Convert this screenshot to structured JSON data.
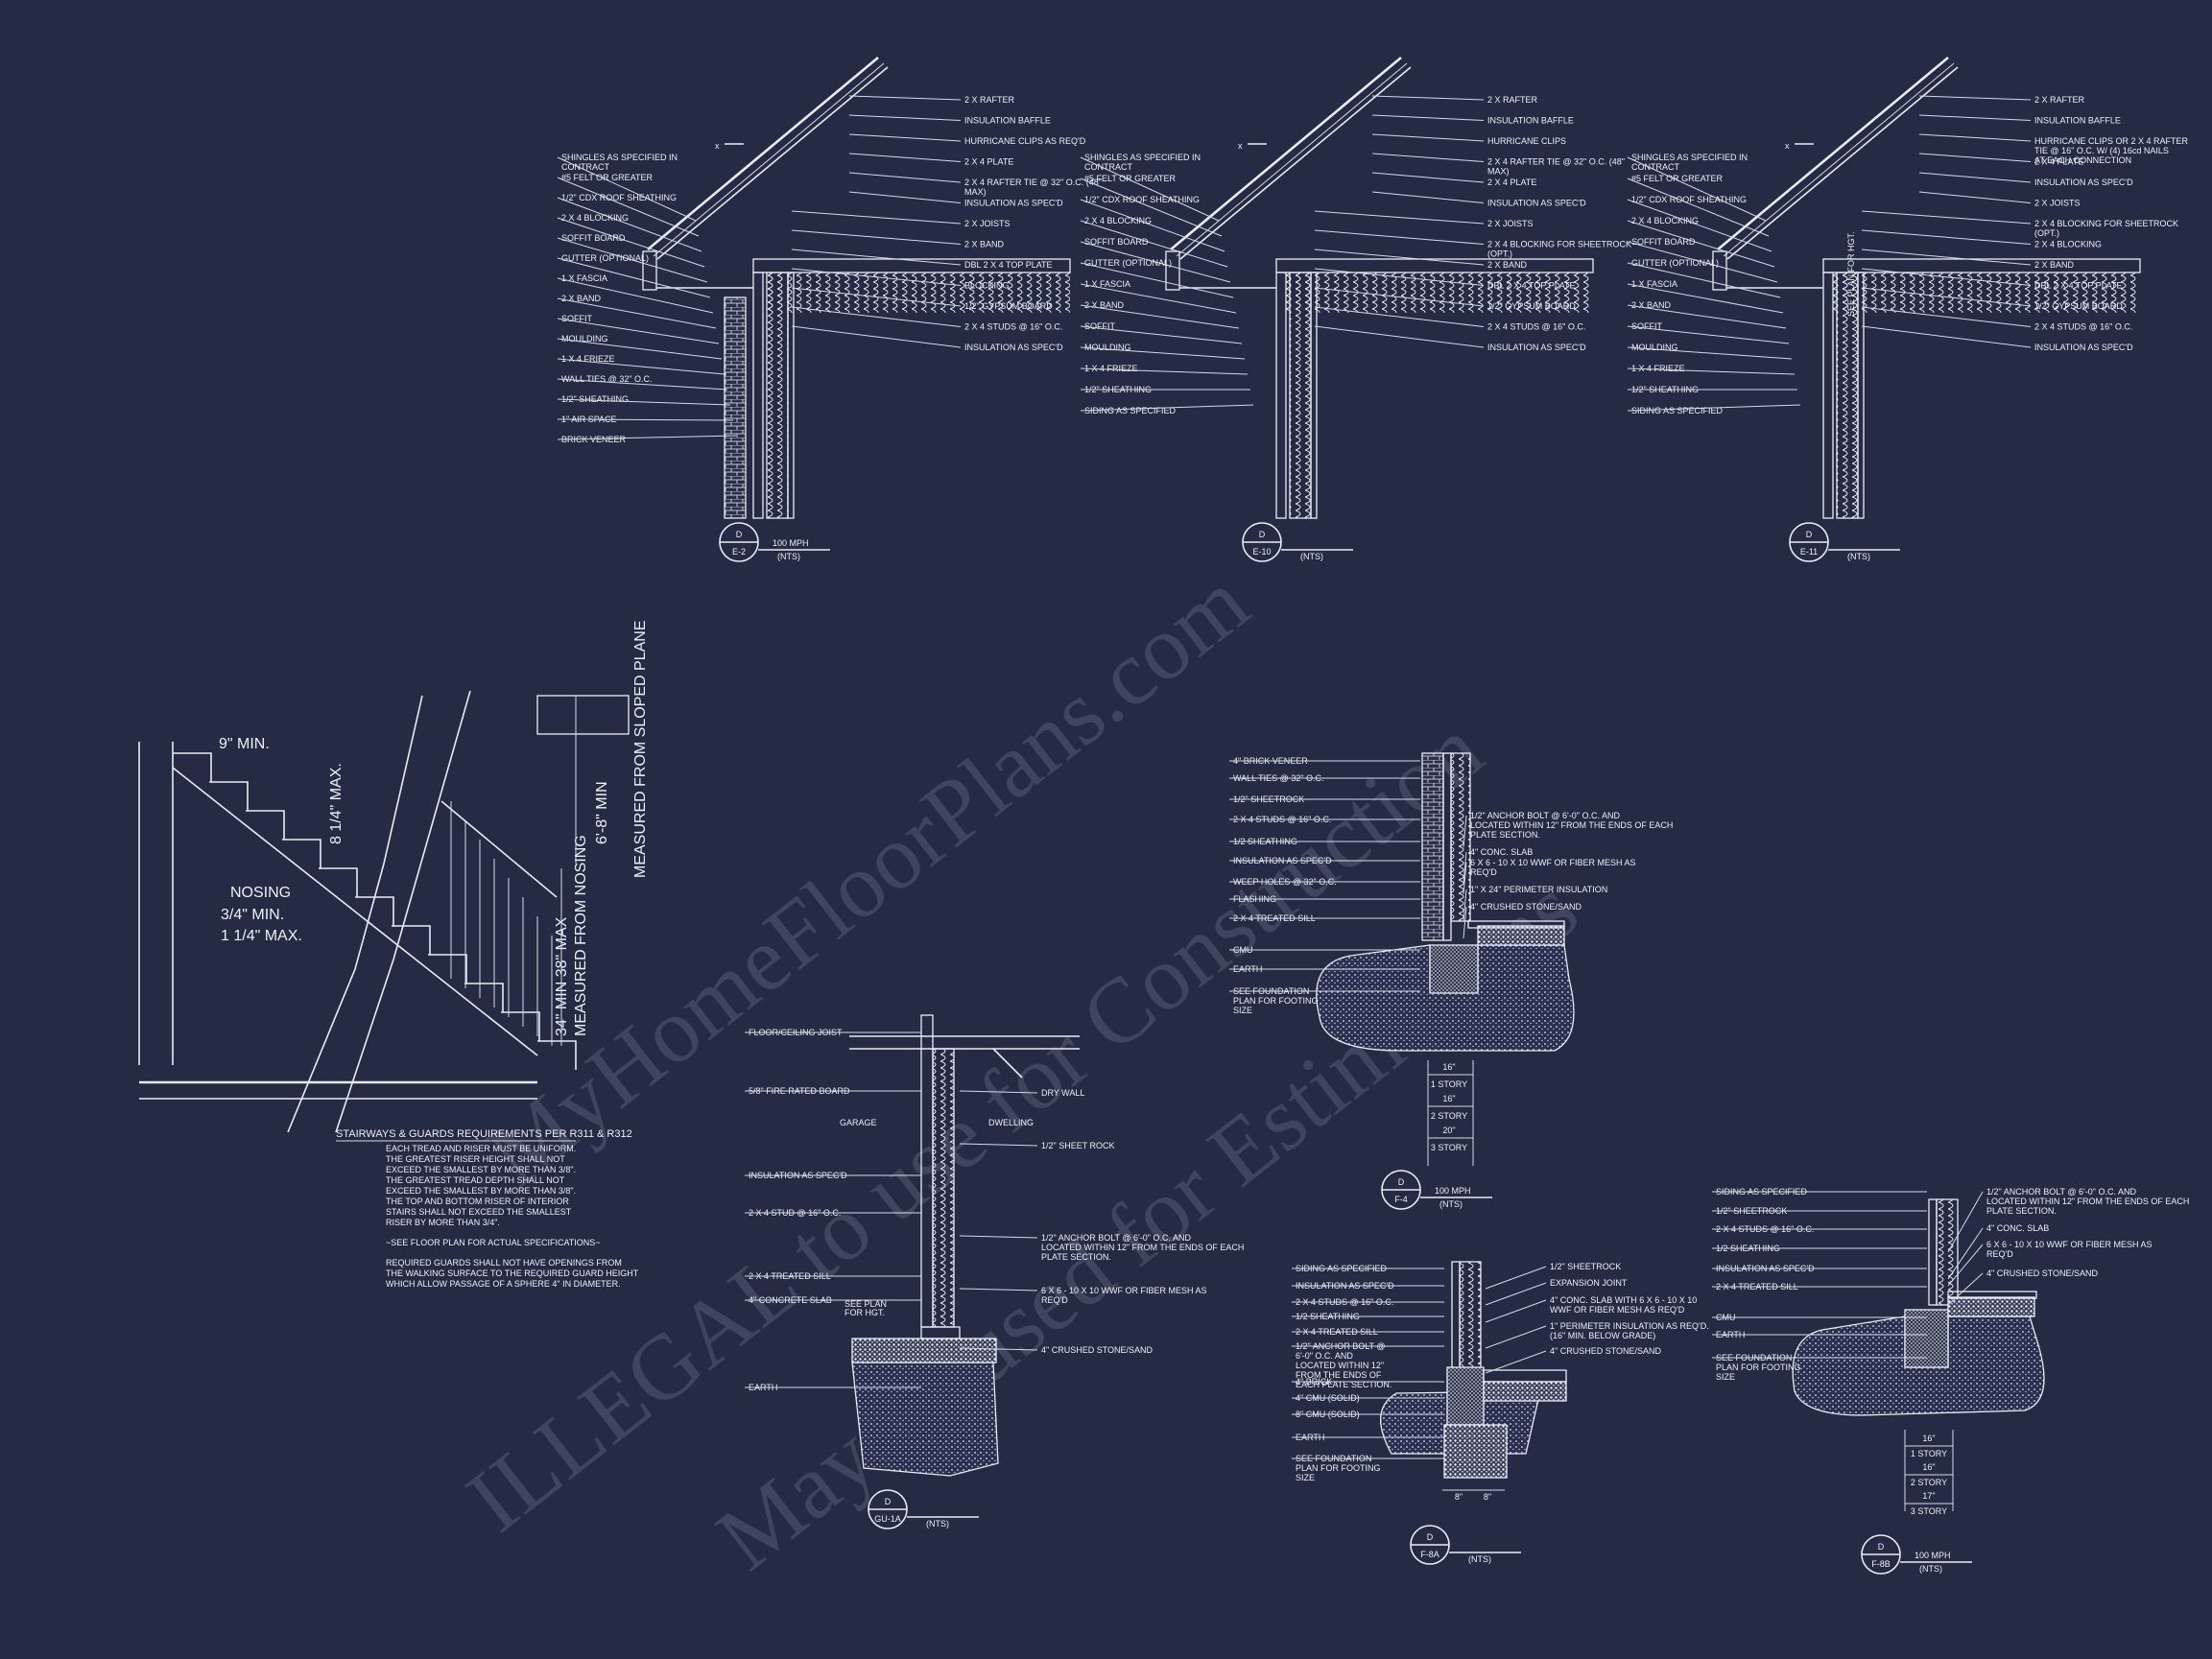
{
  "palette": {
    "background": "#252a45",
    "linework": "#e9ecf5",
    "watermark": "rgba(200,205,225,0.17)"
  },
  "watermark": {
    "line1": "MyHomeFloorPlans.com",
    "line2": "ILLEGAL to use for Construction",
    "line3": "May be used for Estimations"
  },
  "details": [
    {
      "id": "d1",
      "leaders_left": [
        "SHINGLES AS SPECIFIED IN CONTRACT",
        "#5 FELT OR GREATER",
        "1/2\" CDX ROOF SHEATHING",
        "2 X 4 BLOCKING",
        "SOFFIT BOARD",
        "GUTTER (OPTIONAL)",
        "1 X FASCIA",
        "2 X BAND",
        "SOFFIT",
        "MOULDING",
        "1 X 4 FRIEZE",
        "WALL TIES @ 32\" O.C.",
        "1/2\" SHEATHING",
        "1\" AIR SPACE",
        "BRICK VENEER"
      ],
      "leaders_right": [
        "2 X RAFTER",
        "INSULATION BAFFLE",
        "HURRICANE CLIPS AS REQ'D",
        "2 X 4 PLATE",
        "2 X 4 RAFTER TIE @ 32\" O.C. (48\" MAX)",
        "INSULATION AS SPEC'D",
        "2 X JOISTS",
        "2 X BAND",
        "DBL 2 X 4 TOP PLATE",
        "BLOCKING",
        "1/2\" GYPSUM BOARD",
        "2 X 4 STUDS @ 16\" O.C.",
        "INSULATION AS SPEC'D"
      ],
      "tag": {
        "letter": "D",
        "sheet": "E-2",
        "note1": "100 MPH",
        "note2": "(NTS)"
      }
    },
    {
      "id": "d2",
      "leaders_left": [
        "SHINGLES AS SPECIFIED IN CONTRACT",
        "#5 FELT OR GREATER",
        "1/2\" CDX ROOF SHEATHING",
        "2 X 4 BLOCKING",
        "SOFFIT BOARD",
        "GUTTER (OPTIONAL)",
        "1 X FASCIA",
        "2 X BAND",
        "SOFFIT",
        "MOULDING",
        "1 X 4 FRIEZE",
        "1/2\" SHEATHING",
        "SIDING AS SPECIFIED"
      ],
      "leaders_right": [
        "2 X RAFTER",
        "INSULATION BAFFLE",
        "HURRICANE CLIPS",
        "2 X 4 RAFTER TIE @ 32\" O.C. (48\" MAX)",
        "2 X 4 PLATE",
        "INSULATION AS SPEC'D",
        "2 X JOISTS",
        "2 X 4 BLOCKING FOR SHEETROCK (OPT.)",
        "2 X BAND",
        "DBL 2 X 4 TOP PLATE",
        "1/2\" GYPSUM BOARD",
        "2 X 4 STUDS @ 16\" O.C.",
        "INSULATION AS SPEC'D"
      ],
      "tag": {
        "letter": "D",
        "sheet": "E-10",
        "note1": "",
        "note2": "(NTS)"
      }
    },
    {
      "id": "d3",
      "leaders_left": [
        "SHINGLES AS SPECIFIED IN CONTRACT",
        "#5 FELT OR GREATER",
        "1/2\" CDX ROOF SHEATHING",
        "2 X 4 BLOCKING",
        "SOFFIT BOARD",
        "GUTTER (OPTIONAL)",
        "1 X FASCIA",
        "2 X BAND",
        "SOFFIT",
        "MOULDING",
        "1 X 4 FRIEZE",
        "1/2\" SHEATHING",
        "SIDING AS SPECIFIED"
      ],
      "leaders_right": [
        "2 X RAFTER",
        "INSULATION BAFFLE",
        "HURRICANE CLIPS OR 2 X 4 RAFTER TIE @ 16\" O.C. W/ (4) 16cd NAILS AT EACH CONNECTION",
        "2 X 4 PLATE",
        "INSULATION AS SPEC'D",
        "2 X JOISTS",
        "2 X 4 BLOCKING FOR SHEETROCK (OPT.)",
        "2 X 4 BLOCKING",
        "2 X BAND",
        "DBL 2 X 4 TOP PLATE",
        "1/2\" GYPSUM BOARD",
        "2 X 4 STUDS @ 16\" O.C.",
        "INSULATION AS SPEC'D"
      ],
      "side_label": "SEE PLAN FOR HGT.",
      "tag": {
        "letter": "D",
        "sheet": "E-11",
        "note1": "",
        "note2": "(NTS)"
      }
    },
    {
      "id": "stair",
      "labels": {
        "tread_min": "9\" MIN.",
        "riser_max": "8 1/4\" MAX.",
        "nosing": "NOSING",
        "nosing_min": "3/4\" MIN.",
        "nosing_max": "1 1/4\" MAX.",
        "headroom": "6'-8\" MIN",
        "headroom_ref": "MEASURED FROM SLOPED PLANE",
        "rail": "34\" MIN  38\" MAX",
        "rail_ref": "MEASURED FROM NOSING"
      },
      "notes_title": "STAIRWAYS & GUARDS REQUIREMENTS PER R311 & R312",
      "notes": [
        "EACH TREAD AND RISER MUST BE UNIFORM.",
        "THE GREATEST RISER HEIGHT SHALL NOT",
        "EXCEED THE SMALLEST BY MORE THAN 3/8\".",
        "THE GREATEST TREAD DEPTH SHALL NOT",
        "EXCEED THE SMALLEST BY MORE THAN 3/8\".",
        "THE TOP AND BOTTOM RISER OF INTERIOR",
        "STAIRS SHALL NOT EXCEED THE SMALLEST",
        "RISER BY MORE THAN 3/4\".",
        "~SEE FLOOR PLAN FOR ACTUAL SPECIFICATIONS~",
        "REQUIRED GUARDS SHALL NOT HAVE OPENINGS FROM",
        "THE WALKING SURFACE TO THE REQUIRED GUARD HEIGHT",
        "WHICH ALLOW PASSAGE OF A SPHERE 4\" IN DIAMETER."
      ]
    },
    {
      "id": "garage",
      "leaders_left": [
        "FLOOR/CEILING JOIST",
        "5/8\" FIRE RATED BOARD",
        "INSULATION AS SPEC'D",
        "2 X 4 STUD @ 16\" O.C.",
        "2 X 4 TREATED SILL",
        "4\" CONCRETE SLAB",
        "EARTH"
      ],
      "leaders_right": [
        "DRY WALL",
        "1/2\" SHEET ROCK",
        "1/2\" ANCHOR BOLT @ 6'-0\" O.C. AND LOCATED WITHIN 12\" FROM THE ENDS OF EACH PLATE SECTION.",
        "6 X 6 - 10 X 10 WWF OR FIBER MESH AS REQ'D",
        "4\" CRUSHED STONE/SAND"
      ],
      "sides": [
        "GARAGE",
        "DWELLING"
      ],
      "see_plan": "SEE PLAN FOR HGT.",
      "tag": {
        "letter": "D",
        "sheet": "GU-1A",
        "note1": "",
        "note2": "(NTS)"
      }
    },
    {
      "id": "brickfnd",
      "leaders_left": [
        "4\" BRICK VENEER",
        "WALL TIES @ 32\" O.C.",
        "1/2\" SHEETROCK",
        "2 X 4 STUDS @ 16\" O.C.",
        "1/2 SHEATHING",
        "INSULATION AS SPEC'D",
        "WEEP HOLES @ 32\" O.C.",
        "FLASHING",
        "2 X 4 TREATED SILL",
        "CMU",
        "EARTH",
        "SEE FOUNDATION PLAN FOR FOOTING SIZE"
      ],
      "leaders_right": [
        "1/2\" ANCHOR BOLT @ 6'-0\" O.C. AND LOCATED WITHIN 12\" FROM THE ENDS OF EACH PLATE SECTION.",
        "4\" CONC. SLAB",
        "6 X 6 - 10 X 10 WWF OR FIBER MESH AS REQ'D",
        "1\" X 24\" PERIMETER INSULATION",
        "4\" CRUSHED STONE/SAND"
      ],
      "footing_table": [
        [
          "16\"",
          "1 STORY"
        ],
        [
          "16\"",
          "2 STORY"
        ],
        [
          "20\"",
          "3 STORY"
        ]
      ],
      "tag": {
        "letter": "D",
        "sheet": "F-4",
        "note1": "100 MPH",
        "note2": "(NTS)"
      }
    },
    {
      "id": "fnd8a",
      "leaders_left": [
        "SIDING AS SPECIFIED",
        "INSULATION AS SPEC'D",
        "2 X 4 STUDS @ 16\" O.C.",
        "1/2 SHEATHING",
        "2 X 4 TREATED SILL",
        "1/2\" ANCHOR BOLT @ 6'-0\" O.C. AND LOCATED WITHIN 12\" FROM THE ENDS OF EACH PLATE SECTION.",
        "4\" BRICK",
        "4\" CMU (SOLID)",
        "8\" CMU (SOLID)",
        "EARTH",
        "SEE FOUNDATION PLAN FOR FOOTING SIZE"
      ],
      "leaders_right": [
        "1/2\" SHEETROCK",
        "EXPANSION JOINT",
        "4\" CONC. SLAB WITH 6 X 6 - 10 X 10 WWF OR FIBER MESH AS REQ'D",
        "1\" PERIMETER INSULATION AS REQ'D. (16\" MIN. BELOW GRADE)",
        "4\" CRUSHED STONE/SAND"
      ],
      "dims": [
        "8\"",
        "8\""
      ],
      "tag": {
        "letter": "D",
        "sheet": "F-8A",
        "note1": "",
        "note2": "(NTS)"
      }
    },
    {
      "id": "fnd8b",
      "leaders_left": [
        "SIDING AS SPECIFIED",
        "1/2\" SHEETROCK",
        "2 X 4 STUDS @ 16\" O.C.",
        "1/2 SHEATHING",
        "INSULATION AS SPEC'D",
        "2 X 4 TREATED SILL",
        "CMU",
        "EARTH",
        "SEE FOUNDATION PLAN FOR FOOTING SIZE"
      ],
      "leaders_right": [
        "1/2\" ANCHOR BOLT @ 6'-0\" O.C. AND LOCATED WITHIN 12\" FROM THE ENDS OF EACH PLATE SECTION.",
        "4\" CONC. SLAB",
        "6 X 6 - 10 X 10 WWF OR FIBER MESH AS REQ'D",
        "4\" CRUSHED STONE/SAND"
      ],
      "footing_table": [
        [
          "16\"",
          "1 STORY"
        ],
        [
          "16\"",
          "2 STORY"
        ],
        [
          "17\"",
          "3 STORY"
        ]
      ],
      "tag": {
        "letter": "D",
        "sheet": "F-8B",
        "note1": "100 MPH",
        "note2": "(NTS)"
      }
    }
  ]
}
